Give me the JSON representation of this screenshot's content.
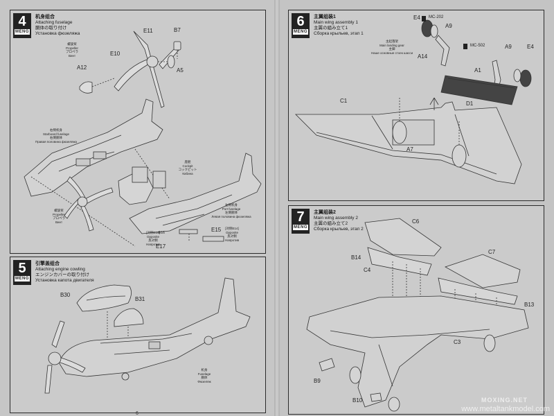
{
  "steps": [
    {
      "num": "4",
      "brand": "MENG",
      "zh": "机身组合",
      "en": "Attaching fuselage",
      "jp": "胴体の取り付け",
      "ru": "Установка фюзеляжа"
    },
    {
      "num": "5",
      "brand": "MENG",
      "zh": "引擎盖组合",
      "en": "Attaching engine cowling",
      "jp": "エンジンカバーの取り付け",
      "ru": "Установка капота двигателя"
    },
    {
      "num": "6",
      "brand": "MENG",
      "zh": "主翼组装1",
      "en": "Main wing assembly 1",
      "jp": "主翼の組み立て1",
      "ru": "Сборка крыльев, этап 1"
    },
    {
      "num": "7",
      "brand": "MENG",
      "zh": "主翼组装2",
      "en": "Main wing assembly 2",
      "jp": "主翼の組み立て2",
      "ru": "Сборка крыльев, этап 2"
    }
  ],
  "step4": {
    "parts": {
      "e11": "E11",
      "b7": "B7",
      "e10": "E10",
      "a5": "A5",
      "a12": "A12",
      "e16": "E16",
      "e17": "E17",
      "e15": "E15"
    },
    "propeller_top": {
      "zh": "螺旋桨",
      "jp": "プロペラ",
      "ru": "Винт",
      "en": "Propeller"
    },
    "starboard": {
      "zh": "右侧机身",
      "en": "Starboard fuselage",
      "jp": "右側胴体",
      "ru": "Правая половина фюзеляжа"
    },
    "cockpit": {
      "zh": "座舱",
      "en": "Cockpit",
      "jp": "コックピット",
      "ru": "Кабина"
    },
    "propeller_bottom": {
      "zh": "螺旋桨",
      "en": "Propeller",
      "jp": "プロペラ",
      "ru": "Винт"
    },
    "port": {
      "zh": "左侧机身",
      "en": "Port fuselage",
      "jp": "左側胴体",
      "ru": "Левая половина фюзеляжа"
    },
    "e16_note": {
      "tag": "[对侧E16]",
      "en": "Opposite",
      "jp": "反対側",
      "ru": "Напротив"
    },
    "e15_note": {
      "tag": "[对侧E14]",
      "en": "Opposite",
      "jp": "反対側",
      "ru": "Напротив"
    }
  },
  "step5": {
    "parts": {
      "b30": "B30",
      "b31": "B31"
    },
    "fuselage": {
      "zh": "机身",
      "en": "Fuselage",
      "jp": "胴体",
      "ru": "Фюзеляж"
    }
  },
  "step6": {
    "parts": {
      "e4a": "E4",
      "a9a": "A9",
      "a14": "A14",
      "a1": "A1",
      "a9b": "A9",
      "e4b": "E4",
      "d1": "D1",
      "c1": "C1",
      "a7": "A7"
    },
    "colors": {
      "mc202": "MC-202",
      "mc502": "MC-502"
    },
    "gear": {
      "zh": "主起落架",
      "en": "Main landing gear",
      "jp": "主脚",
      "ru": "Наше основные стоек шасси"
    }
  },
  "step7": {
    "parts": {
      "c6": "C6",
      "b14": "B14",
      "c4": "C4",
      "c7": "C7",
      "b13": "B13",
      "c3": "C3",
      "b9": "B9",
      "b10": "B10"
    }
  },
  "watermark": {
    "brand": "MOXING.NET",
    "url": "www.metaltankmodel.com"
  },
  "page_number": "6"
}
